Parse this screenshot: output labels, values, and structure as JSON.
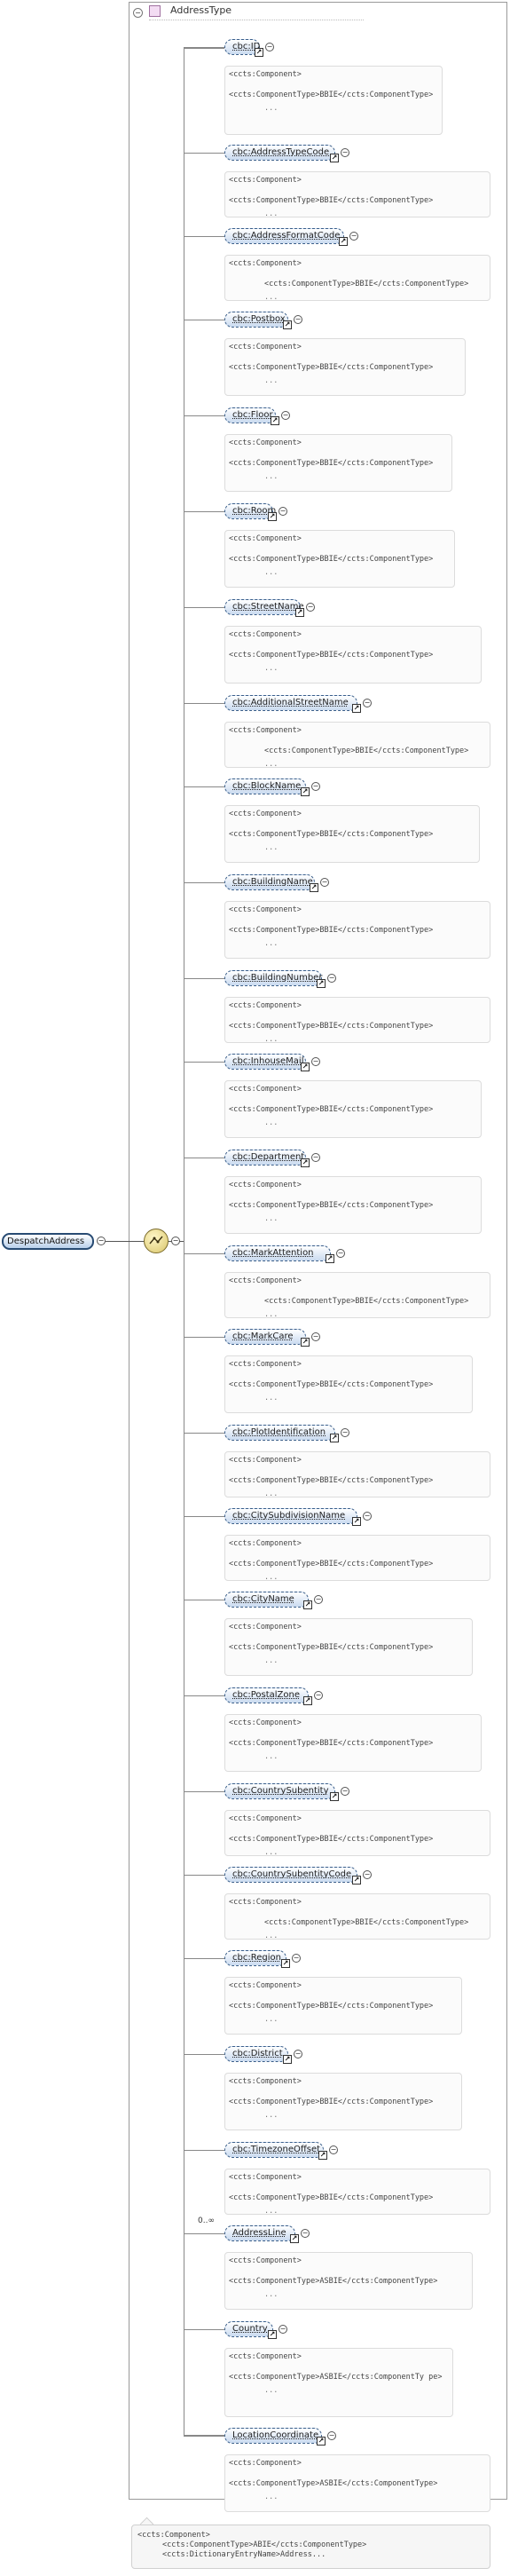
{
  "complex_type": {
    "name": "AddressType"
  },
  "root_element": {
    "name": "DespatchAddress"
  },
  "elements": [
    {
      "name": "cbc:ID",
      "doc_lines": [
        "<ccts:Component>",
        "<ccts:ComponentType>BBIE</ccts:ComponentType>",
        "..."
      ]
    },
    {
      "name": "cbc:AddressTypeCode",
      "doc_lines": [
        "<ccts:Component>",
        "<ccts:ComponentType>BBIE</ccts:ComponentType>",
        "..."
      ]
    },
    {
      "name": "cbc:AddressFormatCode",
      "doc_lines": [
        "<ccts:Component>",
        "<ccts:ComponentType>BBIE</ccts:ComponentType>",
        "..."
      ]
    },
    {
      "name": "cbc:Postbox",
      "doc_lines": [
        "<ccts:Component>",
        "<ccts:ComponentType>BBIE</ccts:ComponentType>",
        "..."
      ]
    },
    {
      "name": "cbc:Floor",
      "doc_lines": [
        "<ccts:Component>",
        "<ccts:ComponentType>BBIE</ccts:ComponentType>",
        "..."
      ]
    },
    {
      "name": "cbc:Room",
      "doc_lines": [
        "<ccts:Component>",
        "<ccts:ComponentType>BBIE</ccts:ComponentType>",
        "..."
      ]
    },
    {
      "name": "cbc:StreetName",
      "doc_lines": [
        "<ccts:Component>",
        "<ccts:ComponentType>BBIE</ccts:ComponentType>",
        "..."
      ]
    },
    {
      "name": "cbc:AdditionalStreetName",
      "doc_lines": [
        "<ccts:Component>",
        "<ccts:ComponentType>BBIE</ccts:ComponentType>",
        "..."
      ]
    },
    {
      "name": "cbc:BlockName",
      "doc_lines": [
        "<ccts:Component>",
        "<ccts:ComponentType>BBIE</ccts:ComponentType>",
        "..."
      ]
    },
    {
      "name": "cbc:BuildingName",
      "doc_lines": [
        "<ccts:Component>",
        "<ccts:ComponentType>BBIE</ccts:ComponentType>",
        "..."
      ]
    },
    {
      "name": "cbc:BuildingNumber",
      "doc_lines": [
        "<ccts:Component>",
        "<ccts:ComponentType>BBIE</ccts:ComponentType>",
        "..."
      ]
    },
    {
      "name": "cbc:InhouseMail",
      "doc_lines": [
        "<ccts:Component>",
        "<ccts:ComponentType>BBIE</ccts:ComponentType>",
        "..."
      ]
    },
    {
      "name": "cbc:Department",
      "doc_lines": [
        "<ccts:Component>",
        "<ccts:ComponentType>BBIE</ccts:ComponentType>",
        "..."
      ]
    },
    {
      "name": "cbc:MarkAttention",
      "doc_lines": [
        "<ccts:Component>",
        "<ccts:ComponentType>BBIE</ccts:ComponentType>",
        "..."
      ]
    },
    {
      "name": "cbc:MarkCare",
      "doc_lines": [
        "<ccts:Component>",
        "<ccts:ComponentType>BBIE</ccts:ComponentType>",
        "..."
      ]
    },
    {
      "name": "cbc:PlotIdentification",
      "doc_lines": [
        "<ccts:Component>",
        "<ccts:ComponentType>BBIE</ccts:ComponentType>",
        "..."
      ]
    },
    {
      "name": "cbc:CitySubdivisionName",
      "doc_lines": [
        "<ccts:Component>",
        "<ccts:ComponentType>BBIE</ccts:ComponentType>",
        "..."
      ]
    },
    {
      "name": "cbc:CityName",
      "doc_lines": [
        "<ccts:Component>",
        "<ccts:ComponentType>BBIE</ccts:ComponentType>",
        "..."
      ]
    },
    {
      "name": "cbc:PostalZone",
      "doc_lines": [
        "<ccts:Component>",
        "<ccts:ComponentType>BBIE</ccts:ComponentType>",
        "..."
      ]
    },
    {
      "name": "cbc:CountrySubentity",
      "doc_lines": [
        "<ccts:Component>",
        "<ccts:ComponentType>BBIE</ccts:ComponentType>",
        "..."
      ]
    },
    {
      "name": "cbc:CountrySubentityCode",
      "doc_lines": [
        "<ccts:Component>",
        "<ccts:ComponentType>BBIE</ccts:ComponentType>",
        "..."
      ]
    },
    {
      "name": "cbc:Region",
      "doc_lines": [
        "<ccts:Component>",
        "<ccts:ComponentType>BBIE</ccts:ComponentType>",
        "..."
      ]
    },
    {
      "name": "cbc:District",
      "doc_lines": [
        "<ccts:Component>",
        "<ccts:ComponentType>BBIE</ccts:ComponentType>",
        "..."
      ]
    },
    {
      "name": "cbc:TimezoneOffset",
      "doc_lines": [
        "<ccts:Component>",
        "<ccts:ComponentType>BBIE</ccts:ComponentType>",
        "..."
      ]
    },
    {
      "name": "AddressLine",
      "cardinality": "0..∞",
      "doc_lines": [
        "<ccts:Component>",
        "<ccts:ComponentType>ASBIE</ccts:ComponentType>",
        "..."
      ]
    },
    {
      "name": "Country",
      "doc_lines": [
        "<ccts:Component>",
        "<ccts:ComponentType>ASBIE</ccts:ComponentTy pe>",
        "..."
      ]
    },
    {
      "name": "LocationCoordinate",
      "doc_lines": [
        "<ccts:Component>",
        "<ccts:ComponentType>ASBIE</ccts:ComponentType>",
        "..."
      ]
    }
  ],
  "bottom_doc": {
    "lines": [
      "<ccts:Component>",
      "<ccts:ComponentType>ABIE</ccts:ComponentType>",
      "<ccts:DictionaryEntryName>Address..."
    ]
  },
  "icons": {
    "link": "link-arrow-icon",
    "expander": "minus-expander-icon",
    "sequence": "sequence-compositor-icon",
    "type": "complex-type-icon"
  },
  "colors": {
    "element_border": "#3b5f8a",
    "element_fill": "#c9daf0",
    "type_icon": "#f3dcf3",
    "sequence_fill": "#d9c56a"
  }
}
